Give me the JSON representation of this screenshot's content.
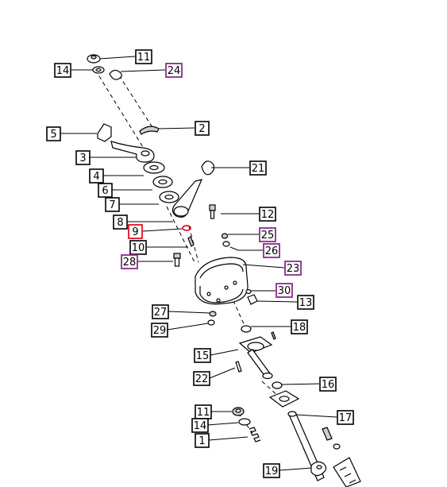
{
  "diagram": {
    "style": {
      "line": "#000000",
      "part_fill": "#ffffff",
      "part_shade": "#cfcfcf",
      "highlight_red": "#e0102a",
      "highlight_purple": "#8e2a8e",
      "label_default_border": "#000000"
    },
    "callouts": [
      {
        "id": "c11a",
        "text": "11",
        "accent": "black"
      },
      {
        "id": "c14a",
        "text": "14",
        "accent": "black"
      },
      {
        "id": "c24",
        "text": "24",
        "accent": "purple"
      },
      {
        "id": "c5",
        "text": "5",
        "accent": "black"
      },
      {
        "id": "c2",
        "text": "2",
        "accent": "black"
      },
      {
        "id": "c3",
        "text": "3",
        "accent": "black"
      },
      {
        "id": "c21",
        "text": "21",
        "accent": "black"
      },
      {
        "id": "c4",
        "text": "4",
        "accent": "black"
      },
      {
        "id": "c6",
        "text": "6",
        "accent": "black"
      },
      {
        "id": "c7",
        "text": "7",
        "accent": "black"
      },
      {
        "id": "c12",
        "text": "12",
        "accent": "black"
      },
      {
        "id": "c8",
        "text": "8",
        "accent": "black"
      },
      {
        "id": "c9",
        "text": "9",
        "accent": "red"
      },
      {
        "id": "c25",
        "text": "25",
        "accent": "purple"
      },
      {
        "id": "c10",
        "text": "10",
        "accent": "black"
      },
      {
        "id": "c26",
        "text": "26",
        "accent": "purple"
      },
      {
        "id": "c28",
        "text": "28",
        "accent": "purple"
      },
      {
        "id": "c23",
        "text": "23",
        "accent": "purple"
      },
      {
        "id": "c30",
        "text": "30",
        "accent": "purple"
      },
      {
        "id": "c13",
        "text": "13",
        "accent": "black"
      },
      {
        "id": "c27",
        "text": "27",
        "accent": "black"
      },
      {
        "id": "c18",
        "text": "18",
        "accent": "black"
      },
      {
        "id": "c29",
        "text": "29",
        "accent": "black"
      },
      {
        "id": "c15",
        "text": "15",
        "accent": "black"
      },
      {
        "id": "c22",
        "text": "22",
        "accent": "black"
      },
      {
        "id": "c16",
        "text": "16",
        "accent": "black"
      },
      {
        "id": "c11b",
        "text": "11",
        "accent": "black"
      },
      {
        "id": "c17",
        "text": "17",
        "accent": "black"
      },
      {
        "id": "c14b",
        "text": "14",
        "accent": "black"
      },
      {
        "id": "c1",
        "text": "1",
        "accent": "black"
      },
      {
        "id": "c19",
        "text": "19",
        "accent": "black"
      }
    ]
  }
}
